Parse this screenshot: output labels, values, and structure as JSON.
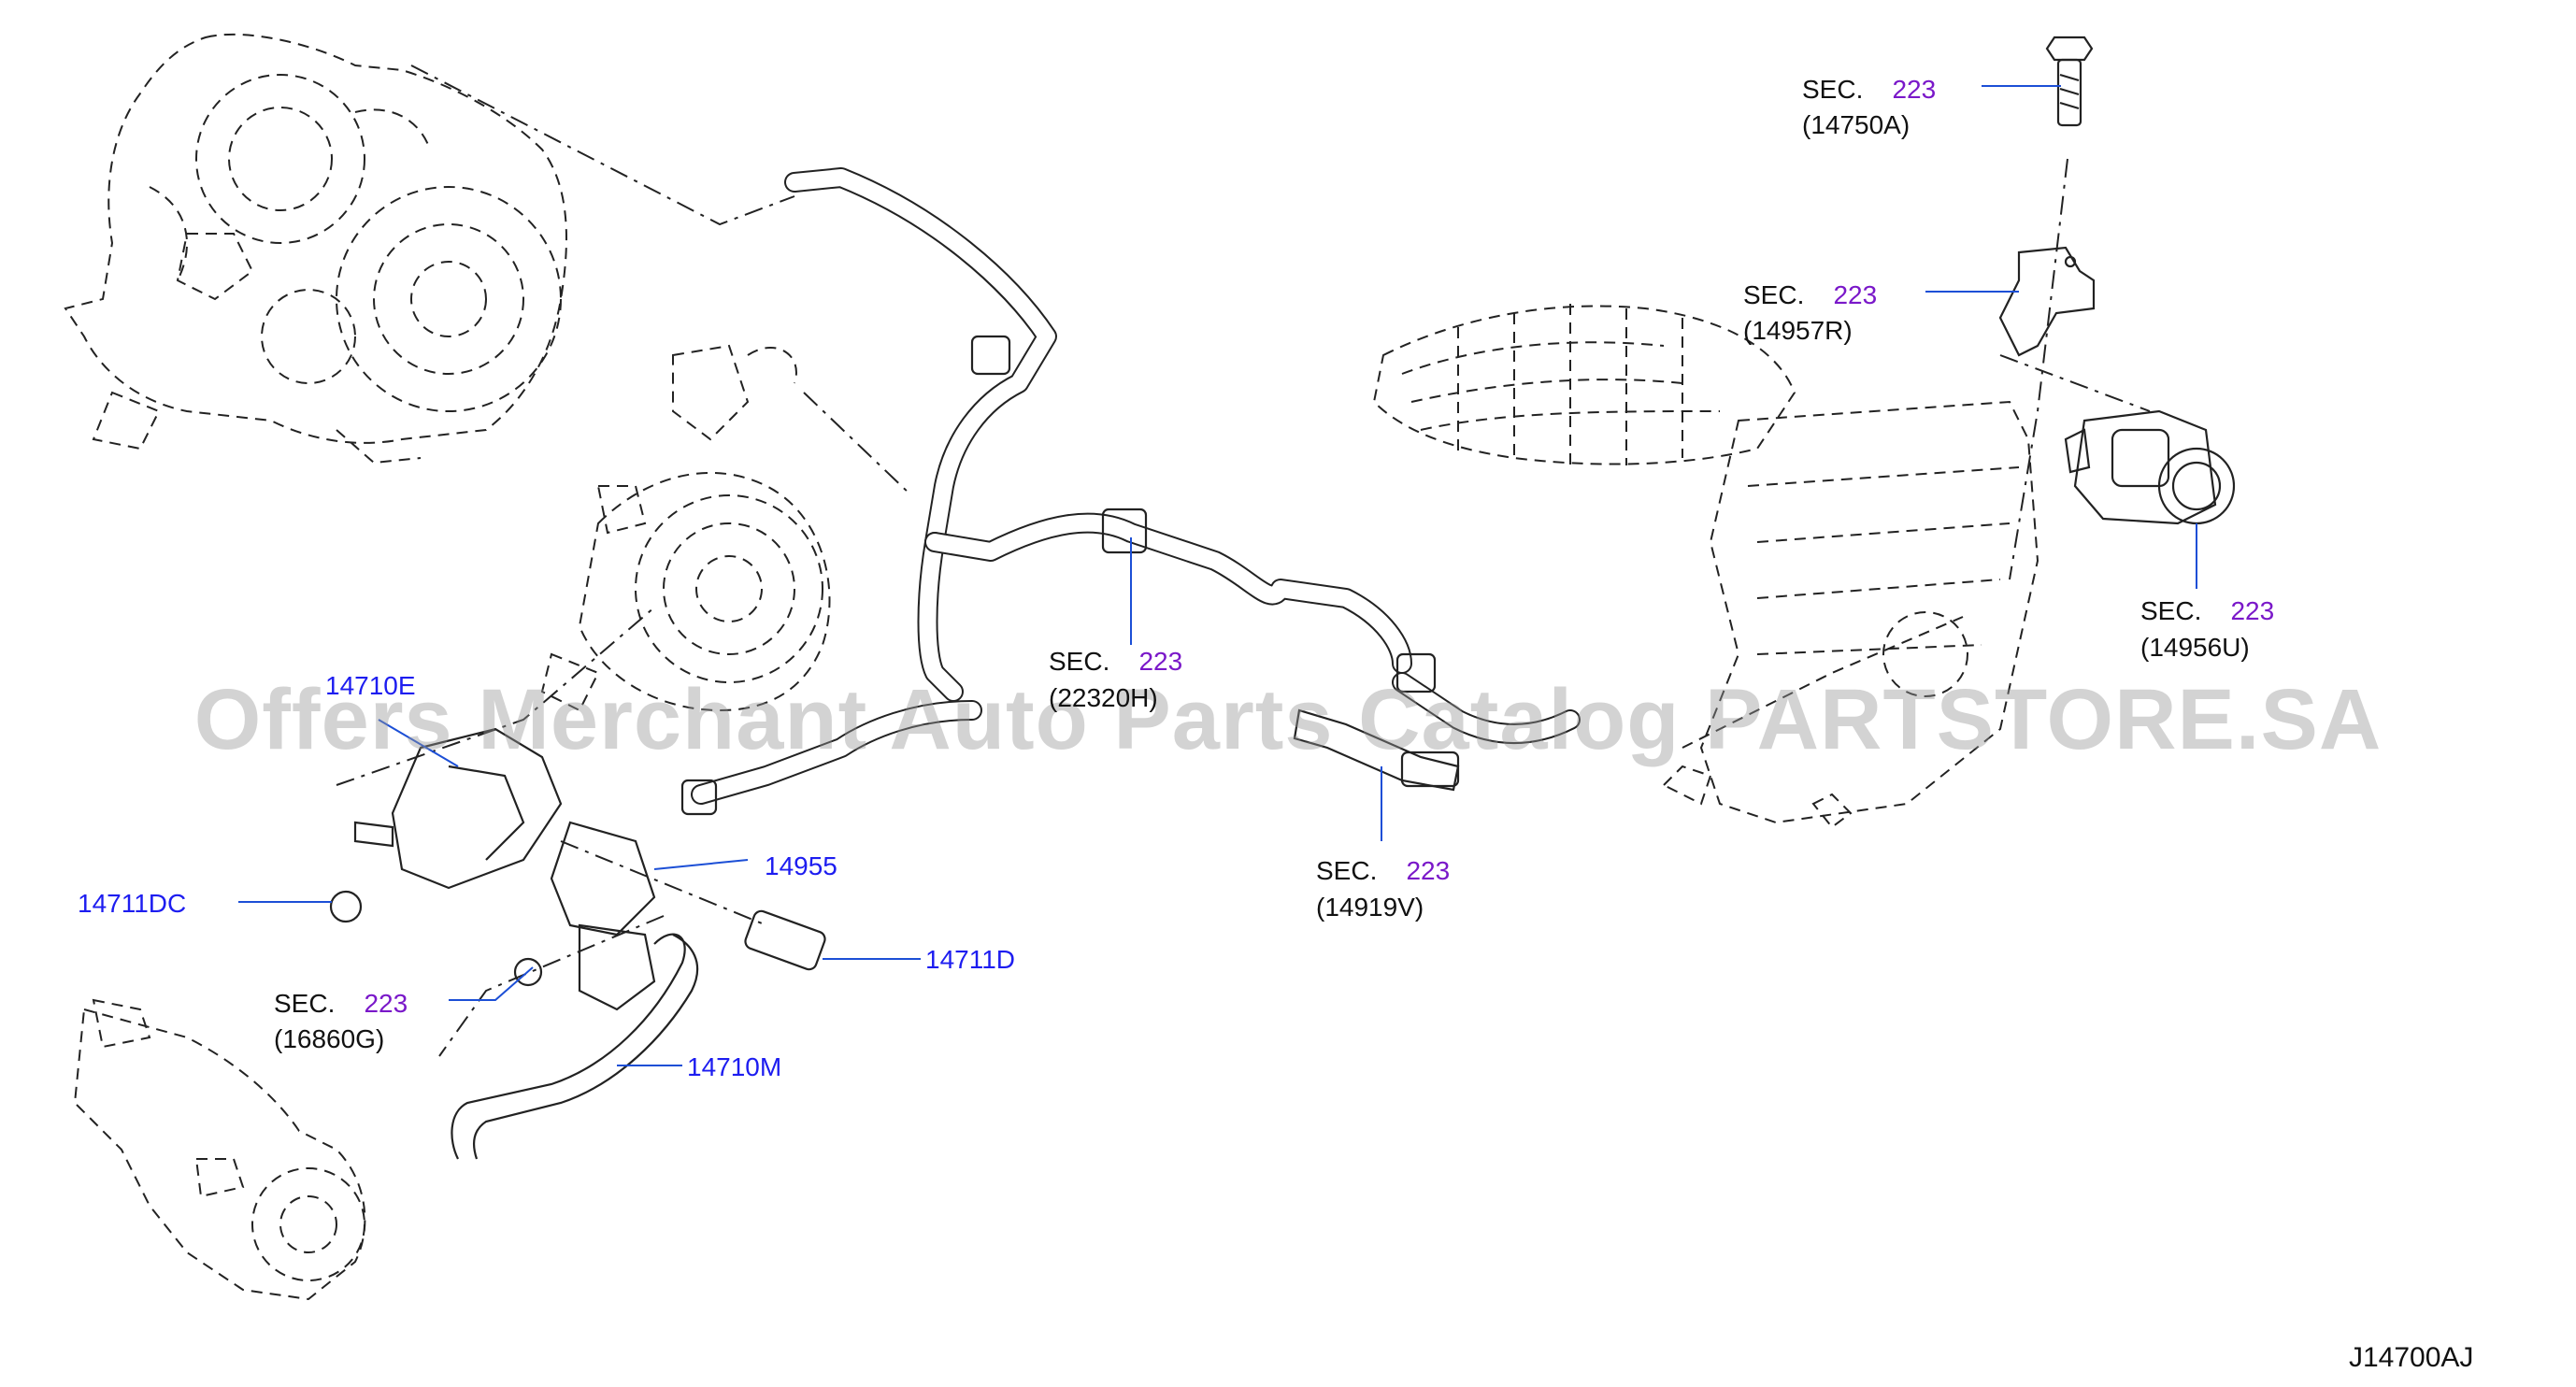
{
  "labels": {
    "p14710E": "14710E",
    "p14711DC": "14711DC",
    "p14955": "14955",
    "p14711D": "14711D",
    "p14710M": "14710M",
    "sec_word": "SEC.",
    "sec_num": "223",
    "ref_16860G": "(16860G)",
    "ref_22320H": "(22320H)",
    "ref_14919V": "(14919V)",
    "ref_14750A": "(14750A)",
    "ref_14957R": "(14957R)",
    "ref_14956U": "(14956U)",
    "diagram_code": "J14700AJ"
  },
  "watermark": "Offers Merchant Auto Parts Catalog PARTSTORE.SA",
  "colors": {
    "part_number": "#1d1df0",
    "section_number": "#7a18c9",
    "leader_line": "#1c4fd6",
    "drawing": "#222222",
    "watermark": "#969696"
  }
}
